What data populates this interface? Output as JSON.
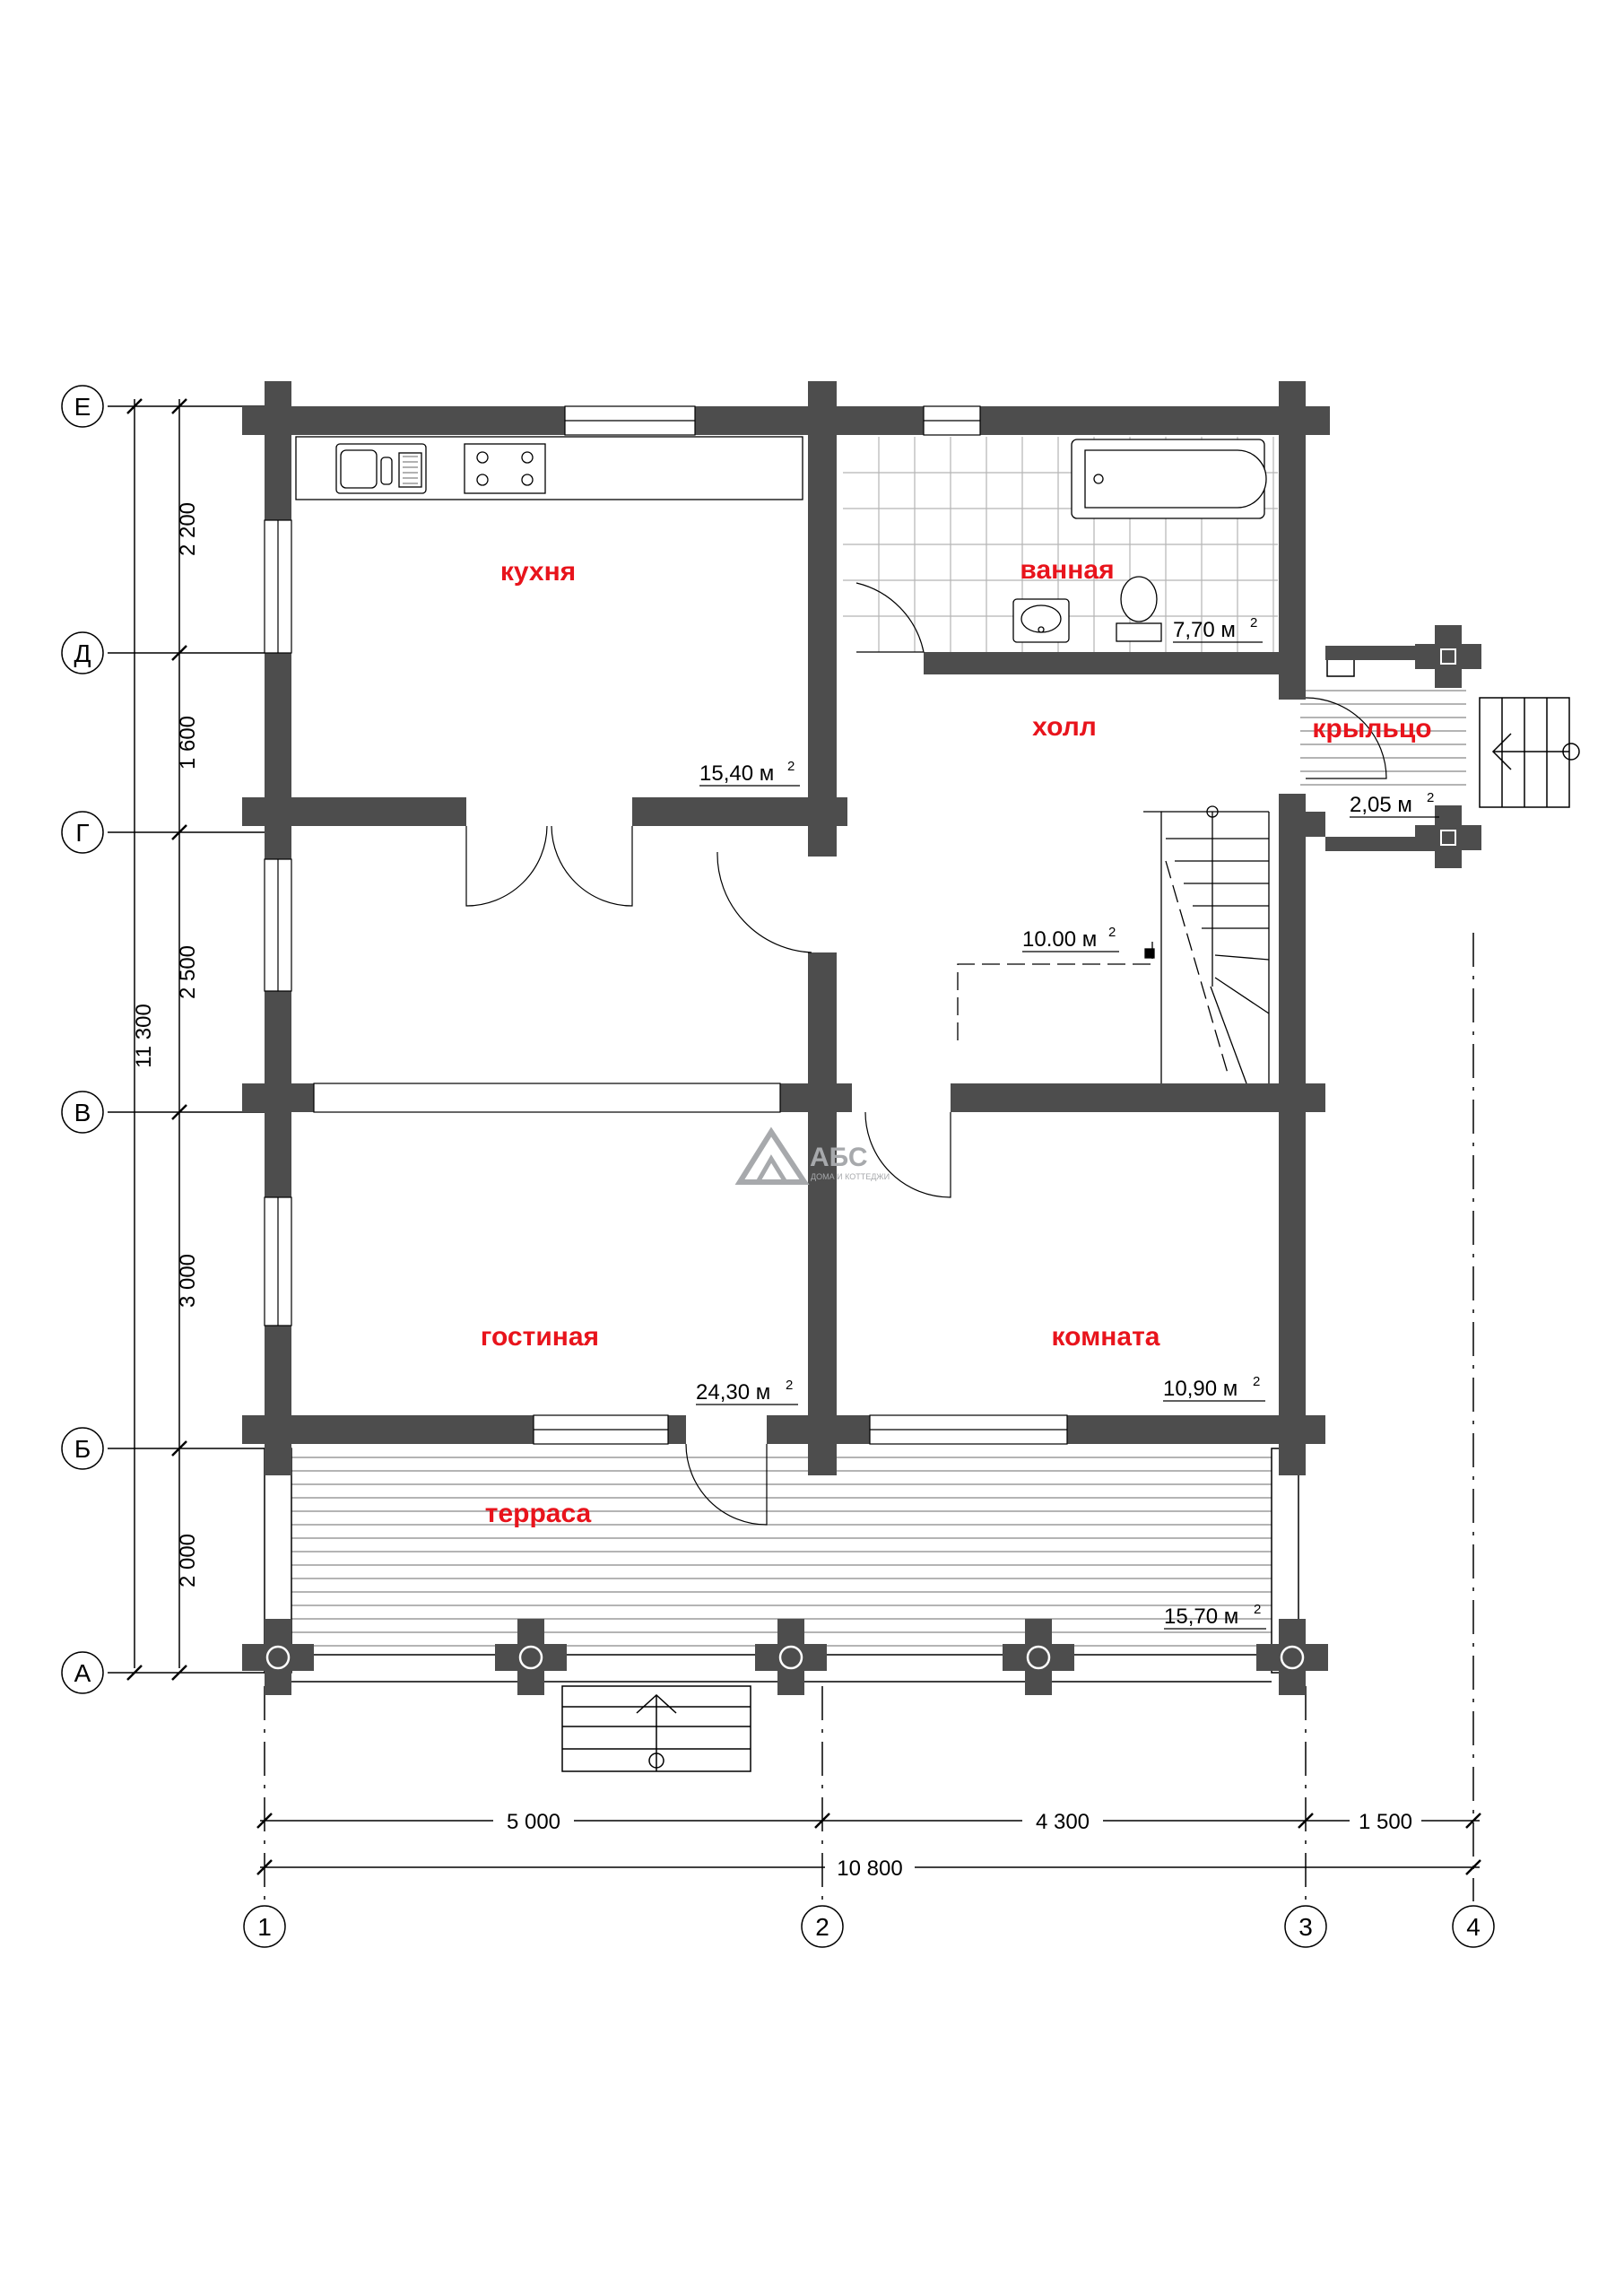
{
  "colors": {
    "wall": "#4d4d4d",
    "room_label": "#e8141c",
    "line": "#000000",
    "logo": "#a7a9ac"
  },
  "rooms": [
    {
      "id": "kitchen",
      "name": "кухня",
      "area": "15,40 м"
    },
    {
      "id": "bath",
      "name": "ванная",
      "area": "7,70 м"
    },
    {
      "id": "hall",
      "name": "холл",
      "area": "10.00 м"
    },
    {
      "id": "porch",
      "name": "крыльцо",
      "area": "2,05 м"
    },
    {
      "id": "living",
      "name": "гостиная",
      "area": "24,30 м"
    },
    {
      "id": "room",
      "name": "комната",
      "area": "10,90 м"
    },
    {
      "id": "terrace",
      "name": "терраса",
      "area": "15,70 м"
    }
  ],
  "area_unit_sup": "2",
  "axes_letters": [
    "Е",
    "Д",
    "Г",
    "В",
    "Б",
    "А"
  ],
  "axes_numbers": [
    "1",
    "2",
    "3",
    "4"
  ],
  "dims_vertical": [
    "2 200",
    "1 600",
    "2 500",
    "3 000",
    "2 000"
  ],
  "dim_vertical_total": "11 300",
  "dims_horizontal": [
    "5 000",
    "4 300",
    "1 500"
  ],
  "dim_horizontal_total": "10 800",
  "logo": {
    "name": "АБС",
    "tagline": "ДОМА И КОТТЕДЖИ"
  }
}
